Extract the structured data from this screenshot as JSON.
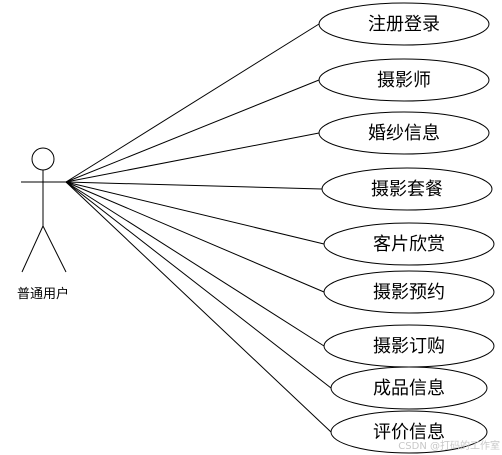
{
  "actor": {
    "label": "普通用户"
  },
  "use_cases": [
    {
      "label": "注册登录"
    },
    {
      "label": "摄影师"
    },
    {
      "label": "婚纱信息"
    },
    {
      "label": "摄影套餐"
    },
    {
      "label": "客片欣赏"
    },
    {
      "label": "摄影预约"
    },
    {
      "label": "摄影订购"
    },
    {
      "label": "成品信息"
    },
    {
      "label": "评价信息"
    }
  ],
  "watermark": "CSDN @打码的工作室"
}
